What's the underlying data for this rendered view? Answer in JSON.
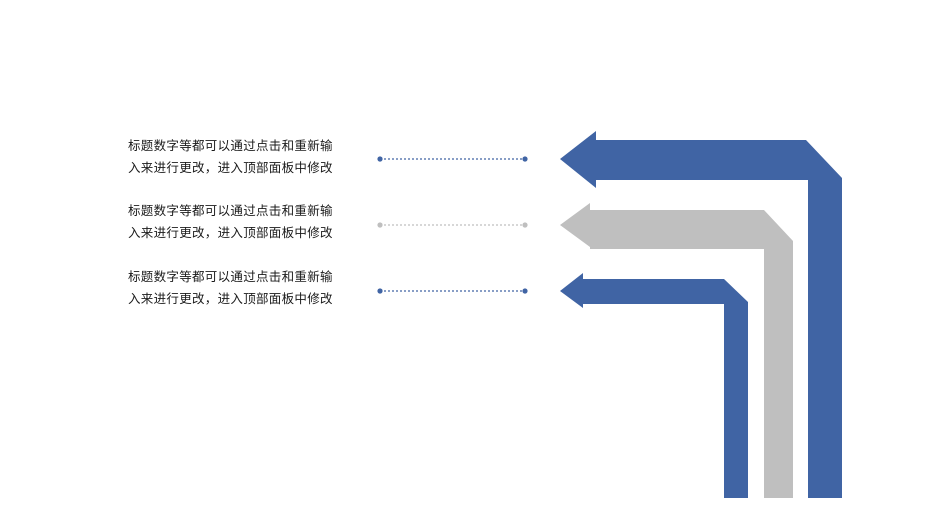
{
  "items": [
    {
      "line1": "标题数字等都可以通过点击和重新输",
      "line2": "入来进行更改，进入顶部面板中修改",
      "color": "#4064a4"
    },
    {
      "line1": "标题数字等都可以通过点击和重新输",
      "line2": "入来进行更改，进入顶部面板中修改",
      "color": "#bfbfbf"
    },
    {
      "line1": "标题数字等都可以通过点击和重新输",
      "line2": "入来进行更改，进入顶部面板中修改",
      "color": "#4064a4"
    }
  ],
  "colors": {
    "accent": "#4064a4",
    "neutral": "#bfbfbf",
    "background": "#ffffff",
    "text": "#1a1a1a"
  },
  "icons": {
    "arrow": "bent-arrow-left-icon",
    "connector": "dotted-connector"
  }
}
